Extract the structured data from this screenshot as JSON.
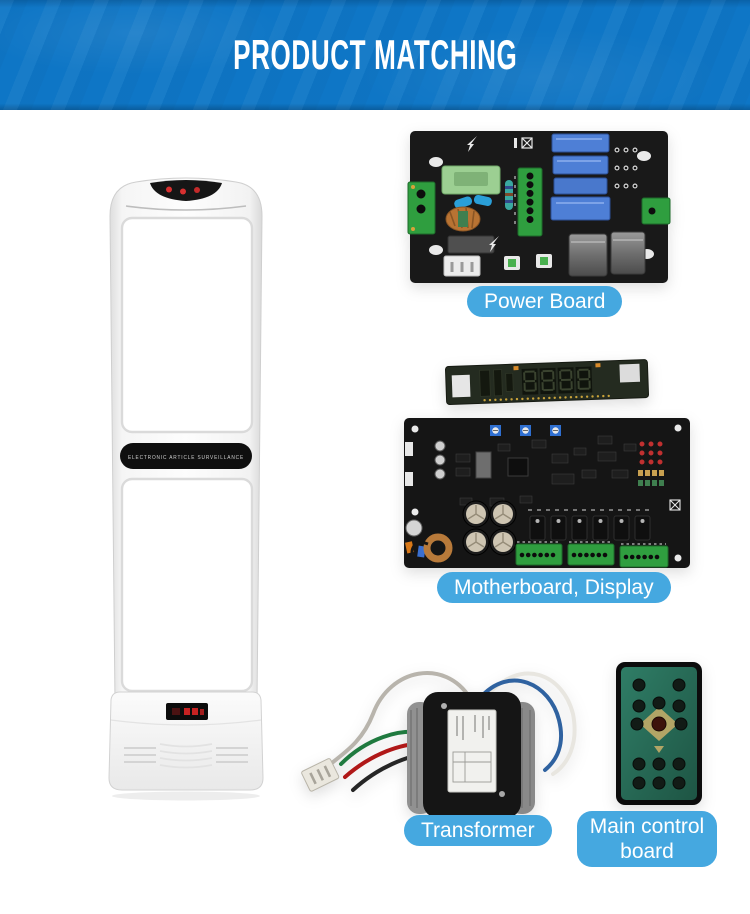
{
  "banner": {
    "title": "PRODUCT MATCHING"
  },
  "gate": {
    "band_text": "ELECTRONIC ARTICLE SURVEILLANCE",
    "led_count": 3
  },
  "labels": {
    "power_board": "Power Board",
    "motherboard_display": "Motherboard, Display",
    "transformer": "Transformer",
    "main_control_board": "Main control board"
  },
  "display_board": {
    "digit_count": 4
  },
  "colors": {
    "banner_blue": "#0e76c6",
    "label_pill_blue": "#45a8e0",
    "label_text": "#ffffff",
    "pcb_black": "#181818",
    "terminal_green": "#2f9e3f",
    "capacitor_blue": "#4e7fd6",
    "remote_face_green": "#2e7a64"
  }
}
